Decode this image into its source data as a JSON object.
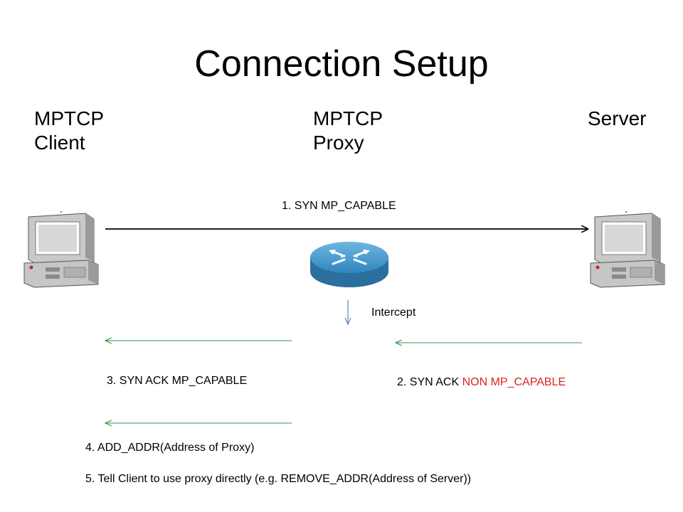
{
  "title": "Connection Setup",
  "nodes": {
    "client": {
      "line1": "MPTCP",
      "line2": "Client"
    },
    "proxy": {
      "line1": "MPTCP",
      "line2": "Proxy"
    },
    "server": {
      "line1": "Server"
    }
  },
  "messages": {
    "m1": "1. SYN MP_CAPABLE",
    "intercept": "Intercept",
    "m2_prefix": "2. SYN ACK ",
    "m2_highlight": "NON MP_CAPABLE",
    "m3": "3. SYN ACK MP_CAPABLE",
    "m4": "4. ADD_ADDR(Address of Proxy)",
    "m5": "5. Tell Client to use proxy directly (e.g. REMOVE_ADDR(Address of Server))"
  },
  "colors": {
    "arrow_black": "#000000",
    "arrow_green": "#2e9a4a",
    "arrow_blue": "#5b86c4",
    "highlight_red": "#e02020",
    "router_blue": "#3b8fc4"
  },
  "icons": [
    "computer-icon",
    "router-icon",
    "computer-icon"
  ]
}
